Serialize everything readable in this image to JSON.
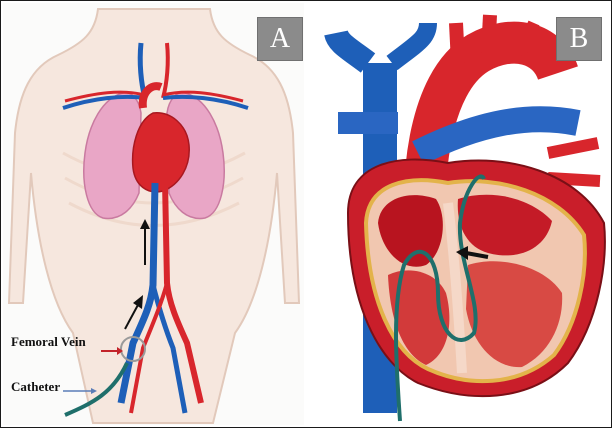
{
  "figure": {
    "panel_a": {
      "badge": "A"
    },
    "panel_b": {
      "badge": "B"
    }
  },
  "labels": {
    "femoral_vein": "Femoral Vein",
    "catheter": "Catheter"
  },
  "colors": {
    "vein_blue": "#1e5fb8",
    "artery_red": "#d8262c",
    "lung_pink": "#e9a6c6",
    "heart_red": "#c91e2a",
    "catheter_teal": "#1f6f6b",
    "badge_gray": "#8b8b8b"
  }
}
